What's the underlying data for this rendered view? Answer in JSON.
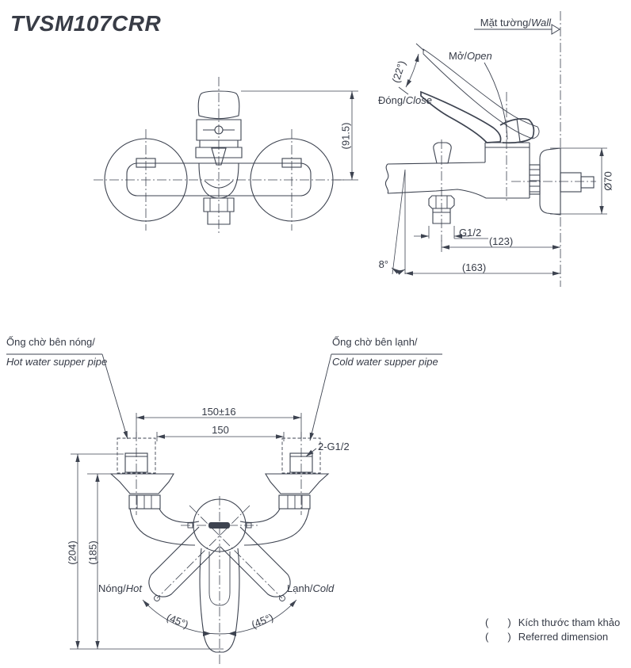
{
  "title": "TVSM107CRR",
  "colors": {
    "line": "#3d4350",
    "text": "#363b47",
    "background": "#ffffff"
  },
  "side_view": {
    "wall_label": {
      "vi": "Mặt tường/",
      "en": "Wall"
    },
    "open_label": {
      "vi": "Mở/",
      "en": "Open"
    },
    "close_label": {
      "vi": "Đóng/",
      "en": "Close"
    },
    "dims": {
      "open_angle": "(22°)",
      "escutcheon_diameter": "Ø70",
      "outlet_thread": "G1/2",
      "depth_to_outlet": "(123)",
      "depth_total": "(163)",
      "spout_angle": "8°"
    }
  },
  "front_view": {
    "dims": {
      "height_above_center": "(91.5)"
    }
  },
  "bottom_view": {
    "hot_pipe_label": {
      "vi": "Ống chờ bên nóng/",
      "en": "Hot water supper pipe"
    },
    "cold_pipe_label": {
      "vi": "Ống chờ bên lạnh/",
      "en": "Cold water supper pipe"
    },
    "hot_label": {
      "vi": "Nóng/",
      "en": "Hot"
    },
    "cold_label": {
      "vi": "Lạnh/",
      "en": "Cold"
    },
    "dims": {
      "pitch_tolerance": "150±16",
      "pitch": "150",
      "inlet_thread": "2-G1/2",
      "height_total": "(204)",
      "height_body": "(185)",
      "swing_left": "(45°)",
      "swing_right": "(45°)"
    }
  },
  "legend": {
    "open_paren": "(",
    "close_paren": ")",
    "line1_vi": "Kích thước tham khảo",
    "line2_en": "Referred dimension"
  }
}
